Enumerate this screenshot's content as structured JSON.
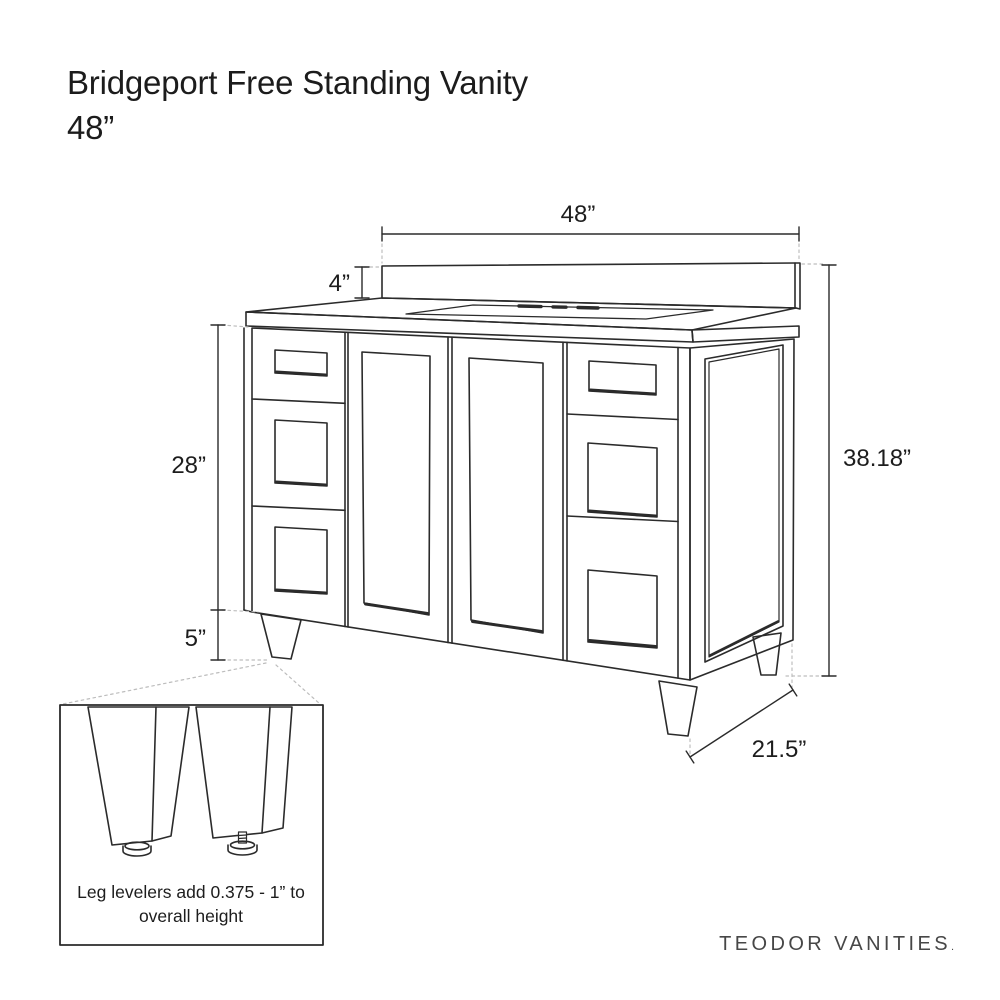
{
  "title": {
    "line1": "Bridgeport Free Standing Vanity",
    "line2": "48”"
  },
  "dimensions": {
    "top_width": "48”",
    "backsplash_height": "4”",
    "cabinet_body_height": "28”",
    "leg_height": "5”",
    "overall_height": "38.18”",
    "depth": "21.5”"
  },
  "inset_note": {
    "line1": "Leg levelers add 0.375 - 1” to",
    "line2": "overall height"
  },
  "branding": {
    "logo_text": "TEODOR VANITIES",
    "logo_suffix": "."
  },
  "style": {
    "line_color": "#2b2b2b",
    "dotted_color": "#bdbdbd",
    "text_color": "#1d1d1d"
  }
}
